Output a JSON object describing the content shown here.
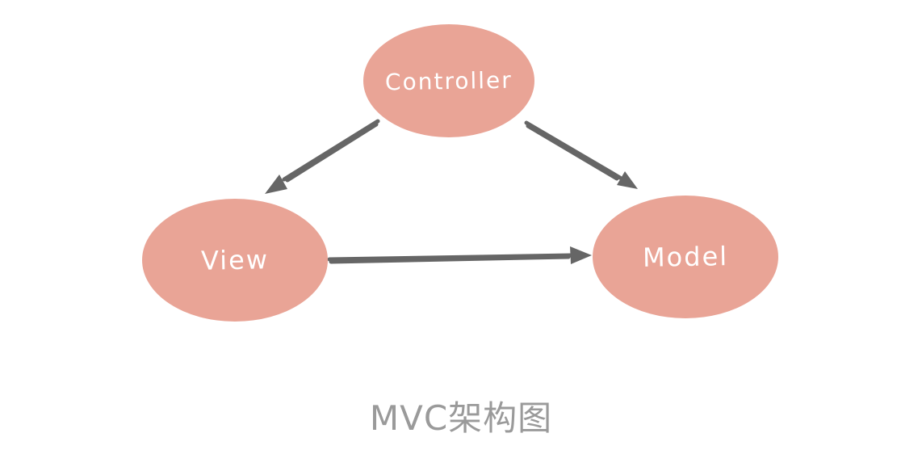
{
  "diagram": {
    "title": "MVC架构图",
    "nodes": [
      {
        "id": "controller",
        "label": "Controller"
      },
      {
        "id": "view",
        "label": "View"
      },
      {
        "id": "model",
        "label": "Model"
      }
    ],
    "edges": [
      {
        "from": "controller",
        "to": "view"
      },
      {
        "from": "controller",
        "to": "model"
      },
      {
        "from": "view",
        "to": "model"
      }
    ],
    "colors": {
      "background": "#FFFFFF",
      "node_fill": "#E9A496",
      "node_text": "#FFFFFF",
      "arrow": "#666666",
      "caption": "#9A9A9A"
    }
  }
}
